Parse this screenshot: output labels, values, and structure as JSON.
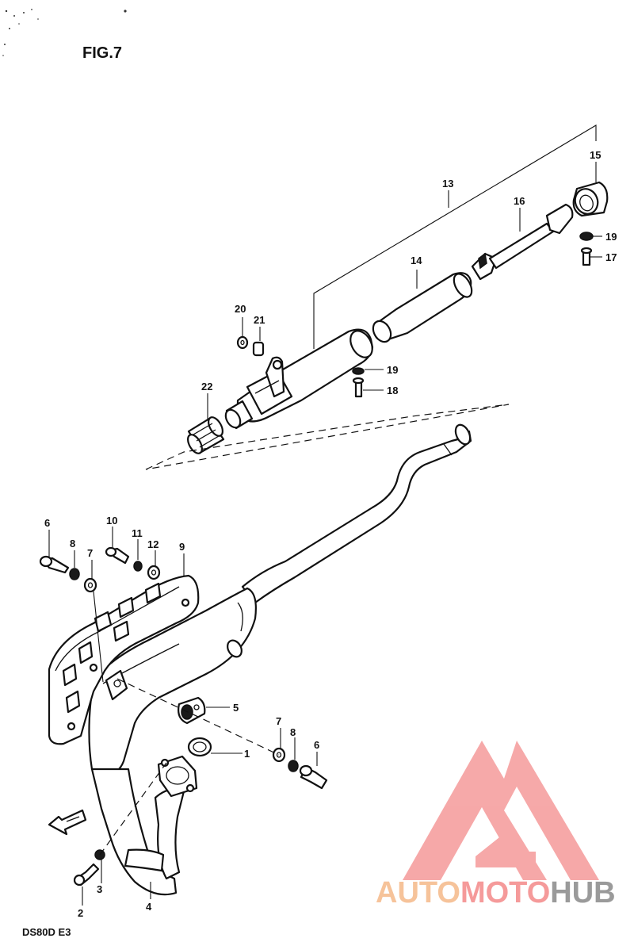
{
  "figure": {
    "title": "FIG.7",
    "model_code": "DS80D  E3"
  },
  "callouts": {
    "p1": "1",
    "p2": "2",
    "p3": "3",
    "p4": "4",
    "p5": "5",
    "p6a": "6",
    "p6b": "6",
    "p7a": "7",
    "p7b": "7",
    "p8a": "8",
    "p8b": "8",
    "p9": "9",
    "p10": "10",
    "p11": "11",
    "p12": "12",
    "p13": "13",
    "p14": "14",
    "p15": "15",
    "p16": "16",
    "p17": "17",
    "p18": "18",
    "p19a": "19",
    "p19b": "19",
    "p20": "20",
    "p21": "21",
    "p22": "22"
  },
  "watermark": {
    "part1": "AUTO",
    "part2": "MOTO",
    "part3": "HUB",
    "colors": {
      "auto": "#f6c39a",
      "moto": "#f59a9a",
      "hub": "#9a9a9a",
      "logo": "#f59a9a"
    }
  }
}
